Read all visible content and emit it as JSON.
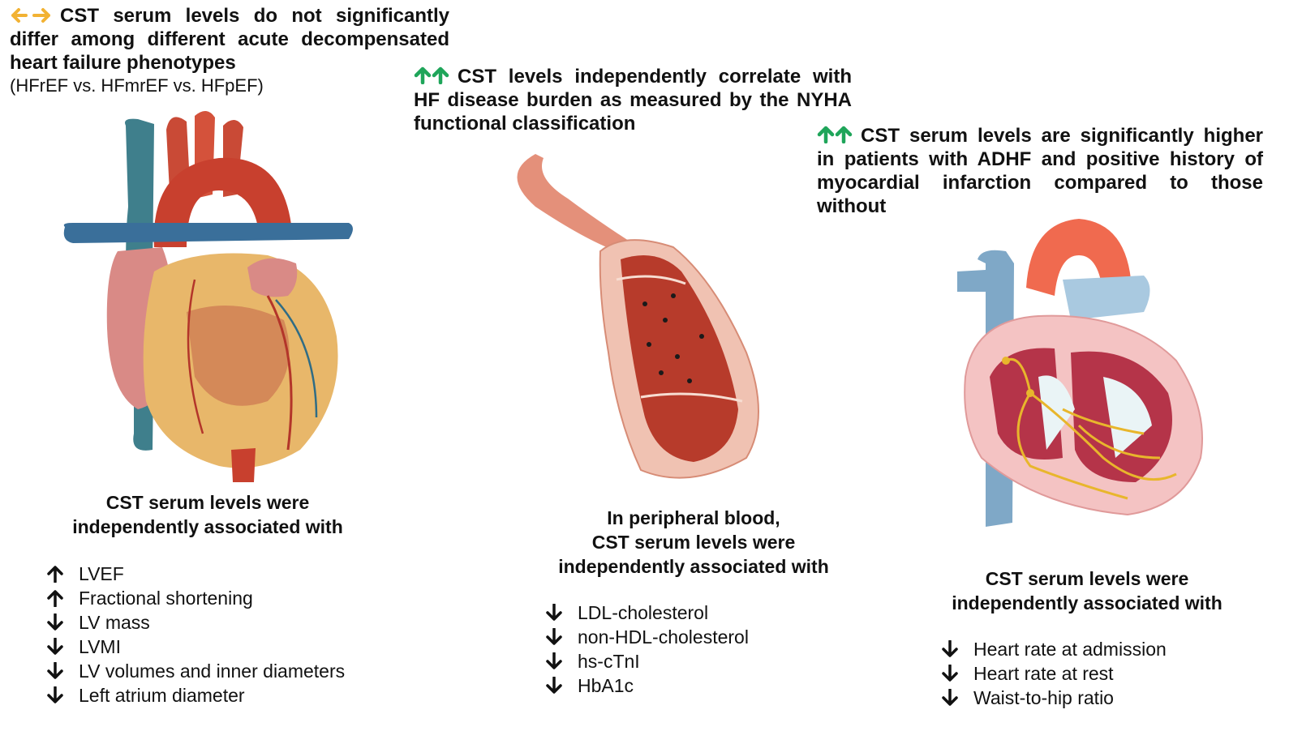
{
  "colors": {
    "neutral_arrow": "#f2b233",
    "increase_arrow": "#1fa55a",
    "text": "#111111"
  },
  "findings": [
    {
      "icon": "left-right-arrow-icon",
      "text": "CST serum levels do not significantly differ among different acute decompensated heart failure phenotypes",
      "subtext": "(HFrEF vs. HFmrEF vs. HFpEF)"
    },
    {
      "icon": "double-up-arrow-icon",
      "text": "CST levels independently correlate with HF disease burden as measured by the NYHA functional classification"
    },
    {
      "icon": "double-up-arrow-icon",
      "text": "CST serum levels are significantly higher in patients with ADHF and positive history of myocardial infarction compared to those without"
    }
  ],
  "panels": {
    "heart": {
      "heading": [
        "CST serum levels were",
        "independently associated with"
      ],
      "items": [
        {
          "dir": "up",
          "label": "LVEF"
        },
        {
          "dir": "up",
          "label": "Fractional shortening"
        },
        {
          "dir": "down",
          "label": "LV mass"
        },
        {
          "dir": "down",
          "label": "LVMI"
        },
        {
          "dir": "down",
          "label": "LV volumes and inner diameters"
        },
        {
          "dir": "down",
          "label": "Left atrium diameter"
        }
      ]
    },
    "blood": {
      "heading": [
        "In peripheral blood,",
        "CST serum levels were",
        "independently associated with"
      ],
      "items": [
        {
          "dir": "down",
          "label": "LDL-cholesterol"
        },
        {
          "dir": "down",
          "label": "non-HDL-cholesterol"
        },
        {
          "dir": "down",
          "label": "hs-cTnI"
        },
        {
          "dir": "down",
          "label": "HbA1c"
        }
      ]
    },
    "conduction": {
      "heading": [
        "CST serum levels were",
        "independently associated with"
      ],
      "items": [
        {
          "dir": "down",
          "label": "Heart rate at admission"
        },
        {
          "dir": "down",
          "label": "Heart rate at rest"
        },
        {
          "dir": "down",
          "label": "Waist-to-hip ratio"
        }
      ]
    }
  }
}
